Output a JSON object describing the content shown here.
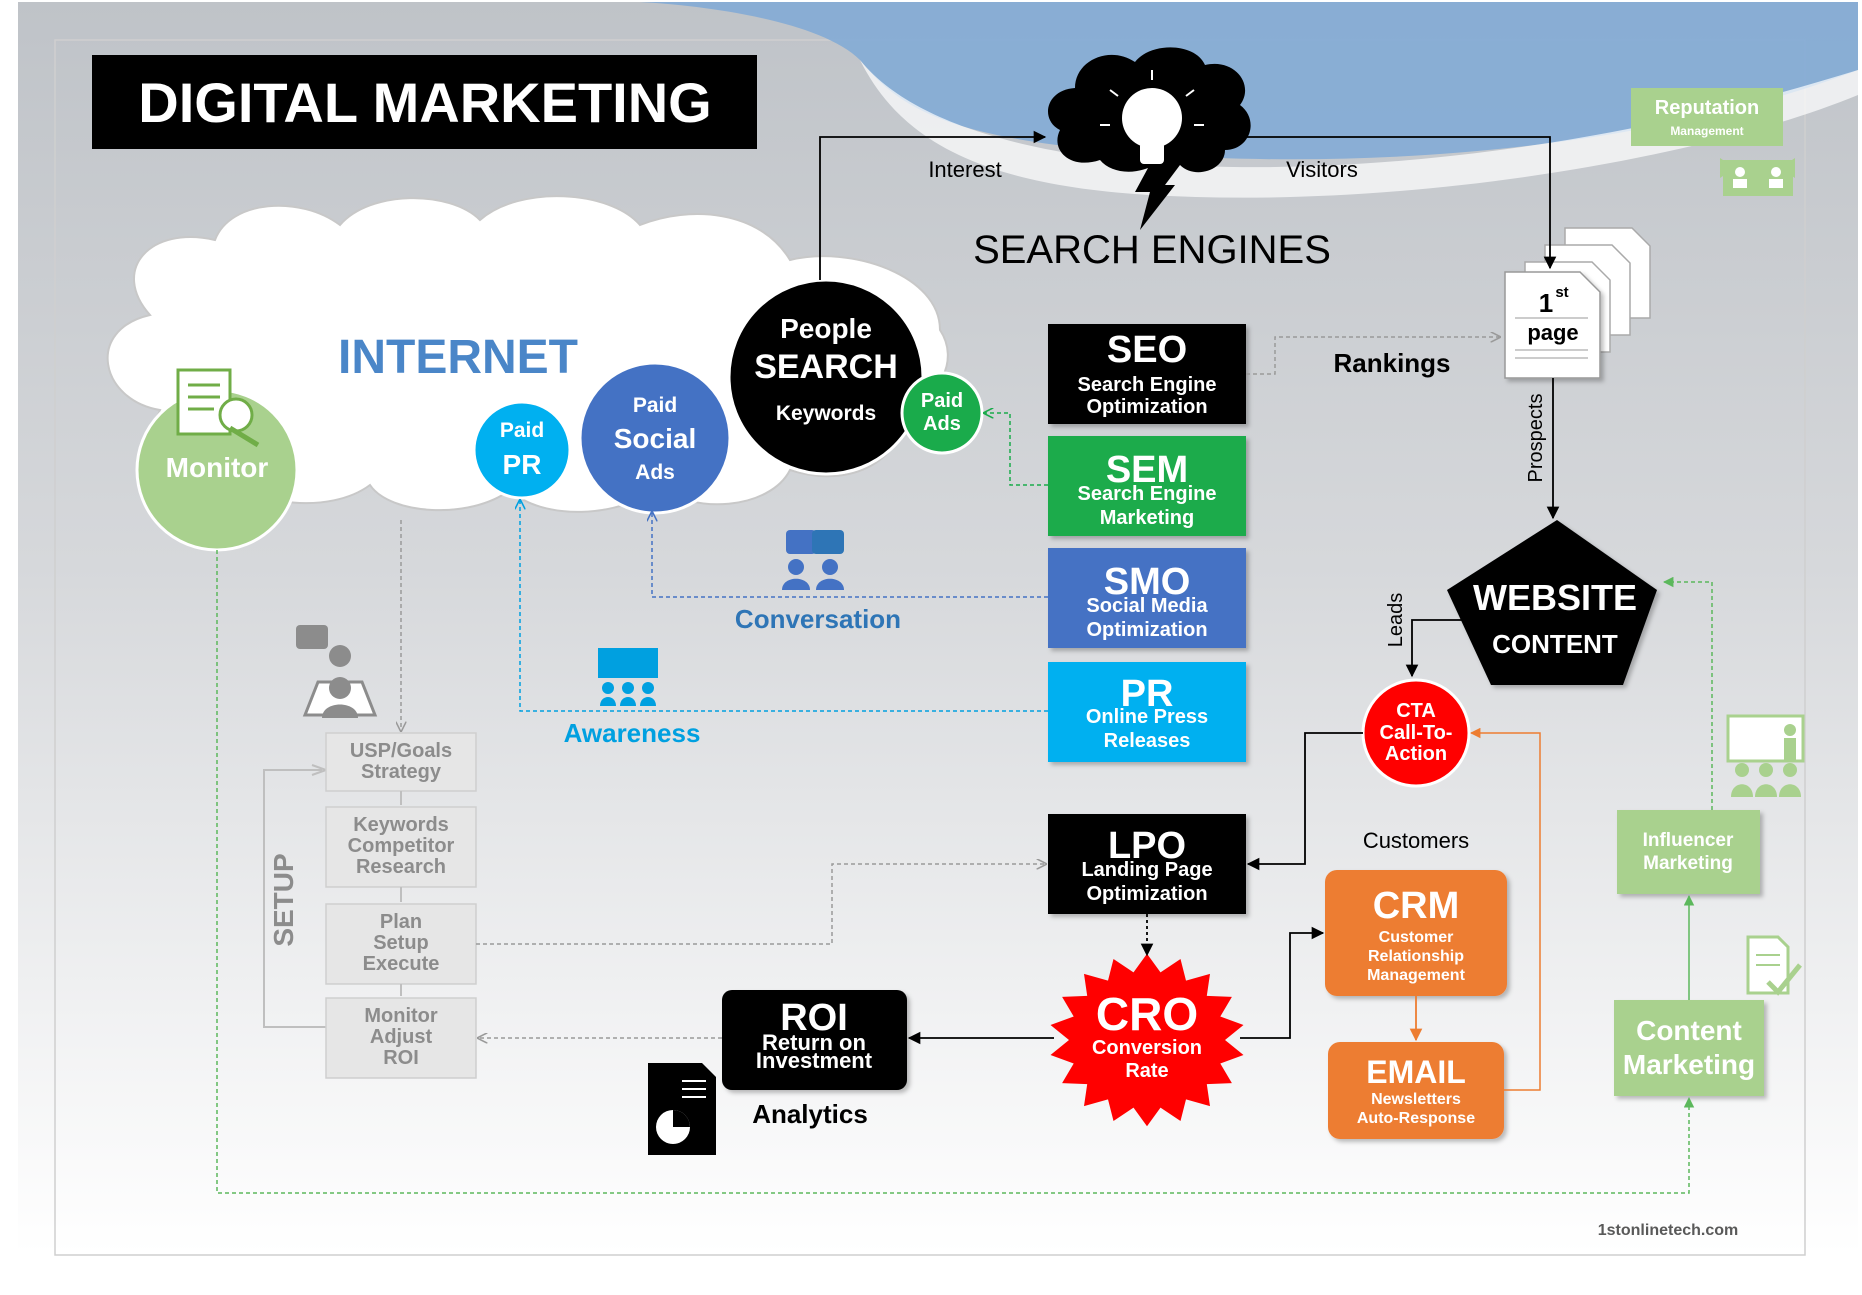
{
  "title": "DIGITAL MARKETING",
  "search_engines": {
    "label": "SEARCH ENGINES",
    "interest": "Interest",
    "visitors": "Visitors"
  },
  "internet": "INTERNET",
  "monitor": "Monitor",
  "reputation": {
    "line1": "Reputation",
    "line2": "Management"
  },
  "people_search": {
    "line1": "People",
    "line2": "SEARCH",
    "line3": "Keywords"
  },
  "paid_social": {
    "line1": "Paid",
    "line2": "Social",
    "line3": "Ads"
  },
  "paid_pr": {
    "line1": "Paid",
    "line2": "PR"
  },
  "paid_ads": {
    "line1": "Paid",
    "line2": "Ads"
  },
  "seo": {
    "abbr": "SEO",
    "line1": "Search Engine",
    "line2": "Optimization"
  },
  "sem": {
    "abbr": "SEM",
    "line1": "Search Engine",
    "line2": "Marketing"
  },
  "smo": {
    "abbr": "SMO",
    "line1": "Social Media",
    "line2": "Optimization"
  },
  "pr": {
    "abbr": "PR",
    "line1": "Online Press",
    "line2": "Releases"
  },
  "rankings": "Rankings",
  "first_page": {
    "num": "1",
    "sup": "st",
    "word": "page"
  },
  "prospects": "Prospects",
  "website": {
    "line1": "WEBSITE",
    "line2": "CONTENT"
  },
  "leads": "Leads",
  "cta": {
    "line1": "CTA",
    "line2": "Call-To-",
    "line3": "Action"
  },
  "conversation": "Conversation",
  "awareness": "Awareness",
  "setup_label": "SETUP",
  "setup_steps": [
    {
      "line1": "USP/Goals",
      "line2": "Strategy",
      "line3": ""
    },
    {
      "line1": "Keywords",
      "line2": "Competitor",
      "line3": "Research"
    },
    {
      "line1": "Plan",
      "line2": "Setup",
      "line3": "Execute"
    },
    {
      "line1": "Monitor",
      "line2": "Adjust",
      "line3": "ROI"
    }
  ],
  "lpo": {
    "abbr": "LPO",
    "line1": "Landing Page",
    "line2": "Optimization"
  },
  "customers": "Customers",
  "crm": {
    "abbr": "CRM",
    "line1": "Customer",
    "line2": "Relationship",
    "line3": "Management"
  },
  "email": {
    "abbr": "EMAIL",
    "line1": "Newsletters",
    "line2": "Auto-Response"
  },
  "cro": {
    "abbr": "CRO",
    "line1": "Conversion",
    "line2": "Rate"
  },
  "roi": {
    "abbr": "ROI",
    "line1": "Return on",
    "line2": "Investment"
  },
  "analytics": "Analytics",
  "influencer": {
    "line1": "Influencer",
    "line2": "Marketing"
  },
  "content_marketing": {
    "line1": "Content",
    "line2": "Marketing"
  },
  "footer": "1stonlinetech.com",
  "colors": {
    "black": "#000000",
    "seo": "#000000",
    "sem": "#1aab4b",
    "smo": "#4472c4",
    "pr": "#00b0f0",
    "cta": "#ff0000",
    "crm": "#ed7d31",
    "green_soft": "#a9d18e",
    "paid_ads": "#1aab4b"
  }
}
